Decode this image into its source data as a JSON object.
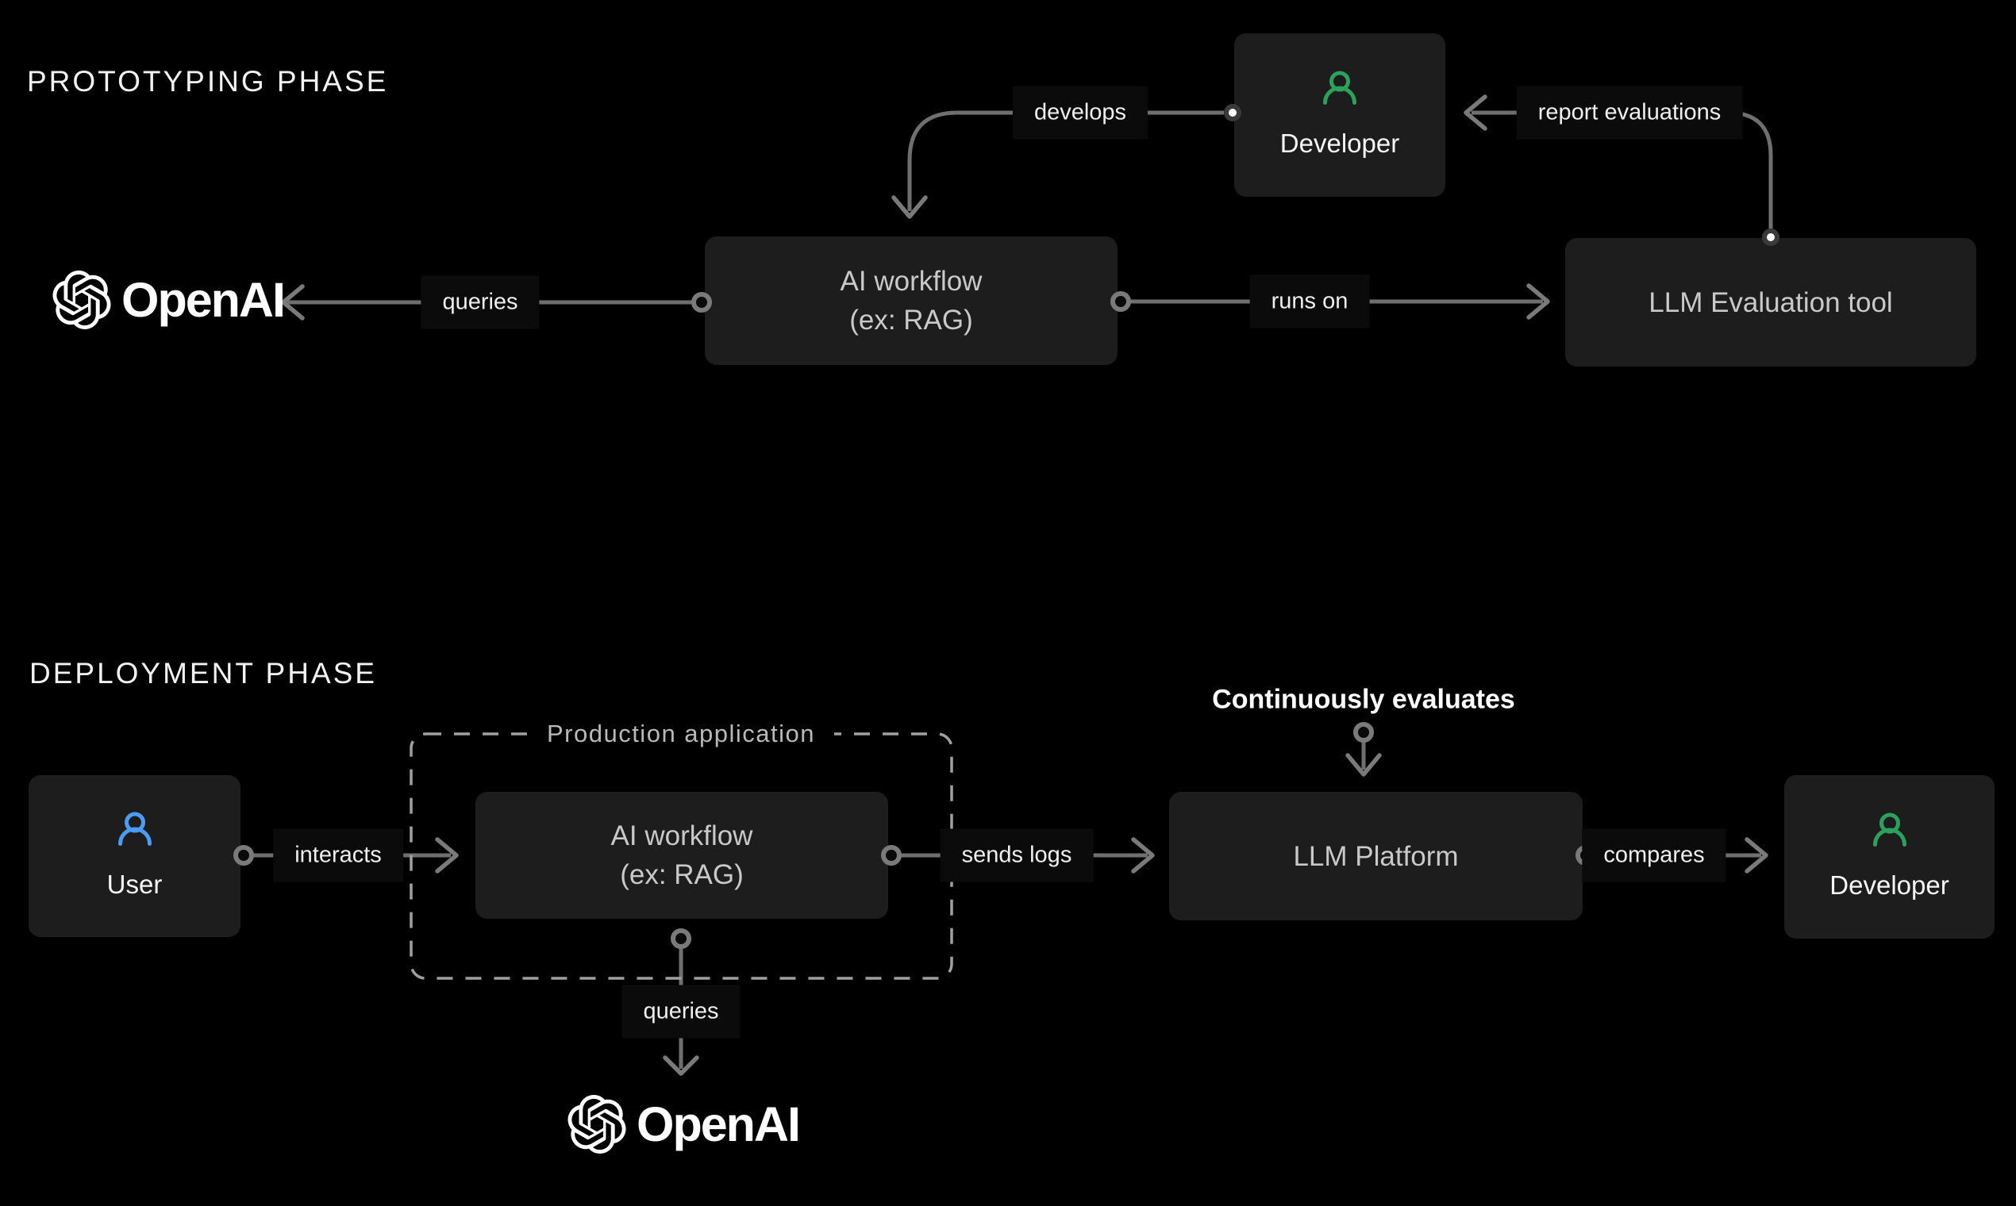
{
  "colors": {
    "background": "#000000",
    "node_bg": "#1d1d1e",
    "line_gray": "#6f6f6f",
    "dashed_border": "#a0a0a0",
    "label_bg": "#0b0b0b",
    "accent_green": "#2ba15c",
    "accent_blue": "#4b9bf8",
    "node_text": "#c9c9c9",
    "bright_text": "#f6f6f6"
  },
  "prototyping": {
    "title": "PROTOTYPING PHASE",
    "openai_label": "OpenAI",
    "ai_workflow_line1": "AI workflow",
    "ai_workflow_line2": "(ex: RAG)",
    "developer_label": "Developer",
    "llm_eval_label": "LLM Evaluation tool",
    "edge_queries": "queries",
    "edge_develops": "develops",
    "edge_runs_on": "runs on",
    "edge_report_evaluations": "report evaluations"
  },
  "deployment": {
    "title": "DEPLOYMENT PHASE",
    "user_label": "User",
    "production_app_label": "Production application",
    "ai_workflow_line1": "AI workflow",
    "ai_workflow_line2": "(ex: RAG)",
    "llm_platform_label": "LLM Platform",
    "developer_label": "Developer",
    "openai_label": "OpenAI",
    "edge_interacts": "interacts",
    "edge_sends_logs": "sends logs",
    "edge_compares": "compares",
    "edge_queries": "queries",
    "edge_continuously_evaluates": "Continuously evaluates"
  }
}
